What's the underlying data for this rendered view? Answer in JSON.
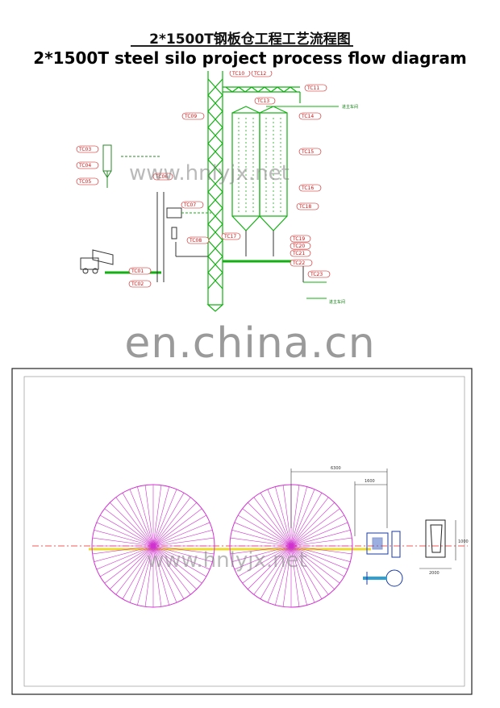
{
  "title_cn": "2*1500T钢板仓工程工艺流程图",
  "title_en": "2*1500T steel silo project process flow diagram",
  "watermark_site": "en.china.cn",
  "watermark_url": "www.hnlyjx.net",
  "flow_labels": [
    "TC01",
    "TC02",
    "TC03",
    "TC04",
    "TC05",
    "TC06",
    "TC07",
    "TC08",
    "TC09",
    "TC10",
    "TC11",
    "TC12",
    "TC13",
    "TC14",
    "TC15",
    "TC16",
    "TC17",
    "TC18",
    "TC19",
    "TC20",
    "TC21",
    "TC22",
    "TC23"
  ],
  "flow_notes": [
    "进主车间",
    "进主车间"
  ],
  "layout_dimensions": [
    "6300",
    "1600",
    "1000",
    "2000"
  ],
  "colors": {
    "accent_red": "#cc1111",
    "green": "#12b012",
    "magenta": "#d033d0",
    "yellow": "#e8d000"
  }
}
